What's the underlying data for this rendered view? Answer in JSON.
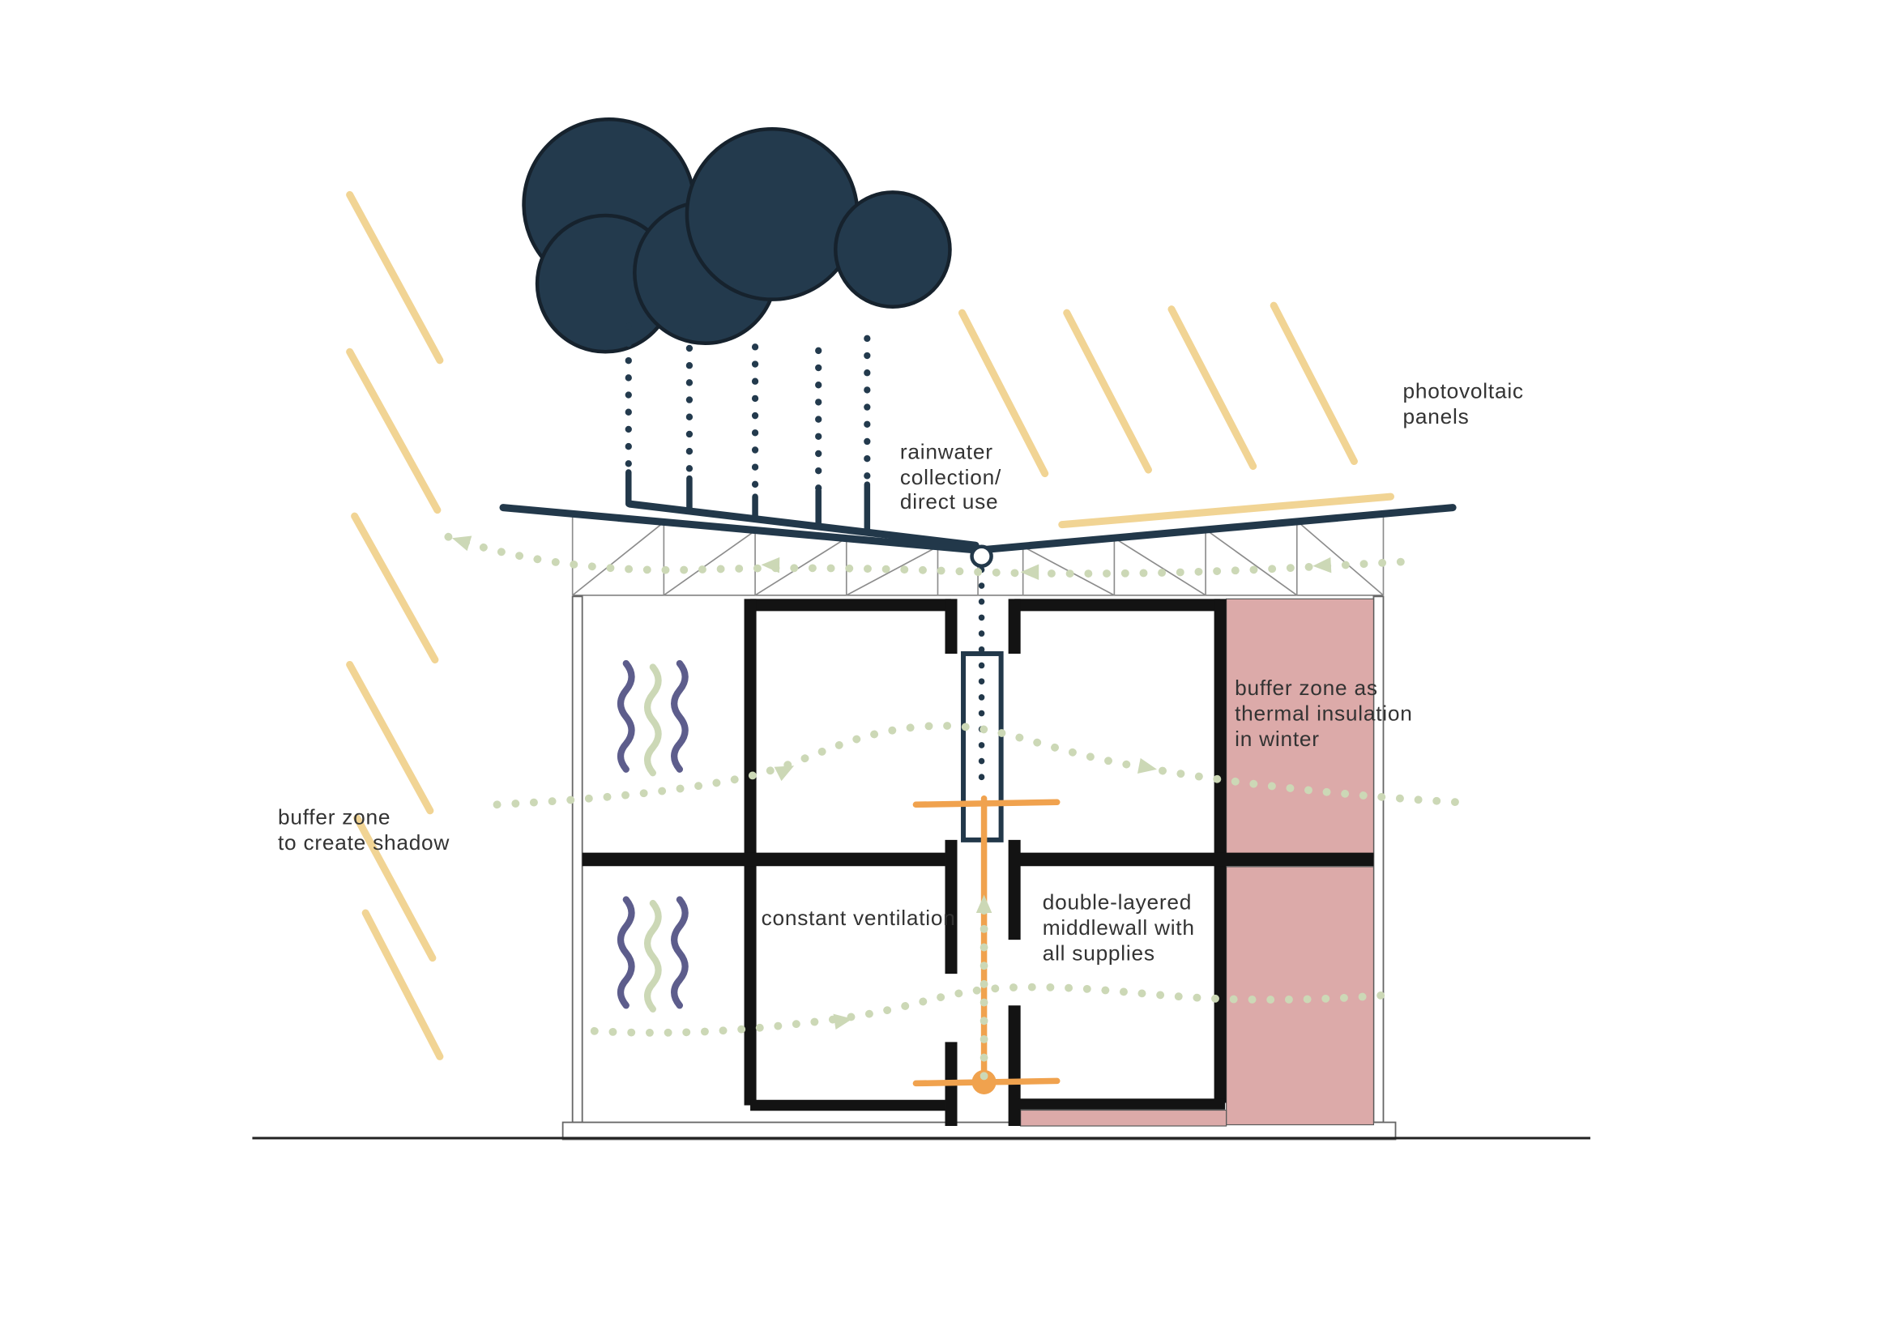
{
  "title": "Passive building design section diagram",
  "colors": {
    "cloud": "#233a4d",
    "sun": "#f1d494",
    "flow": "#ccd8b6",
    "wave_purple": "#5d5d8c",
    "wall": "#131313",
    "structure": "#22384a",
    "pink": "#dcaaa9",
    "orange": "#f0a24e",
    "text": "#333333",
    "truss": "#8c8c8c"
  },
  "labels": {
    "photovoltaic": {
      "line1": "photovoltaic",
      "line2": "panels"
    },
    "rainwater": {
      "line1": "rainwater",
      "line2": "collection/",
      "line3": "direct use"
    },
    "buffer_winter": {
      "line1": "buffer zone as",
      "line2": "thermal insulation",
      "line3": "in winter"
    },
    "buffer_shadow": {
      "line1": "buffer zone",
      "line2": "to create shadow"
    },
    "ventilation": {
      "line1": "constant ventilation"
    },
    "middlewall": {
      "line1": "double-layered",
      "line2": "middlewall with",
      "line3": "all supplies"
    }
  }
}
